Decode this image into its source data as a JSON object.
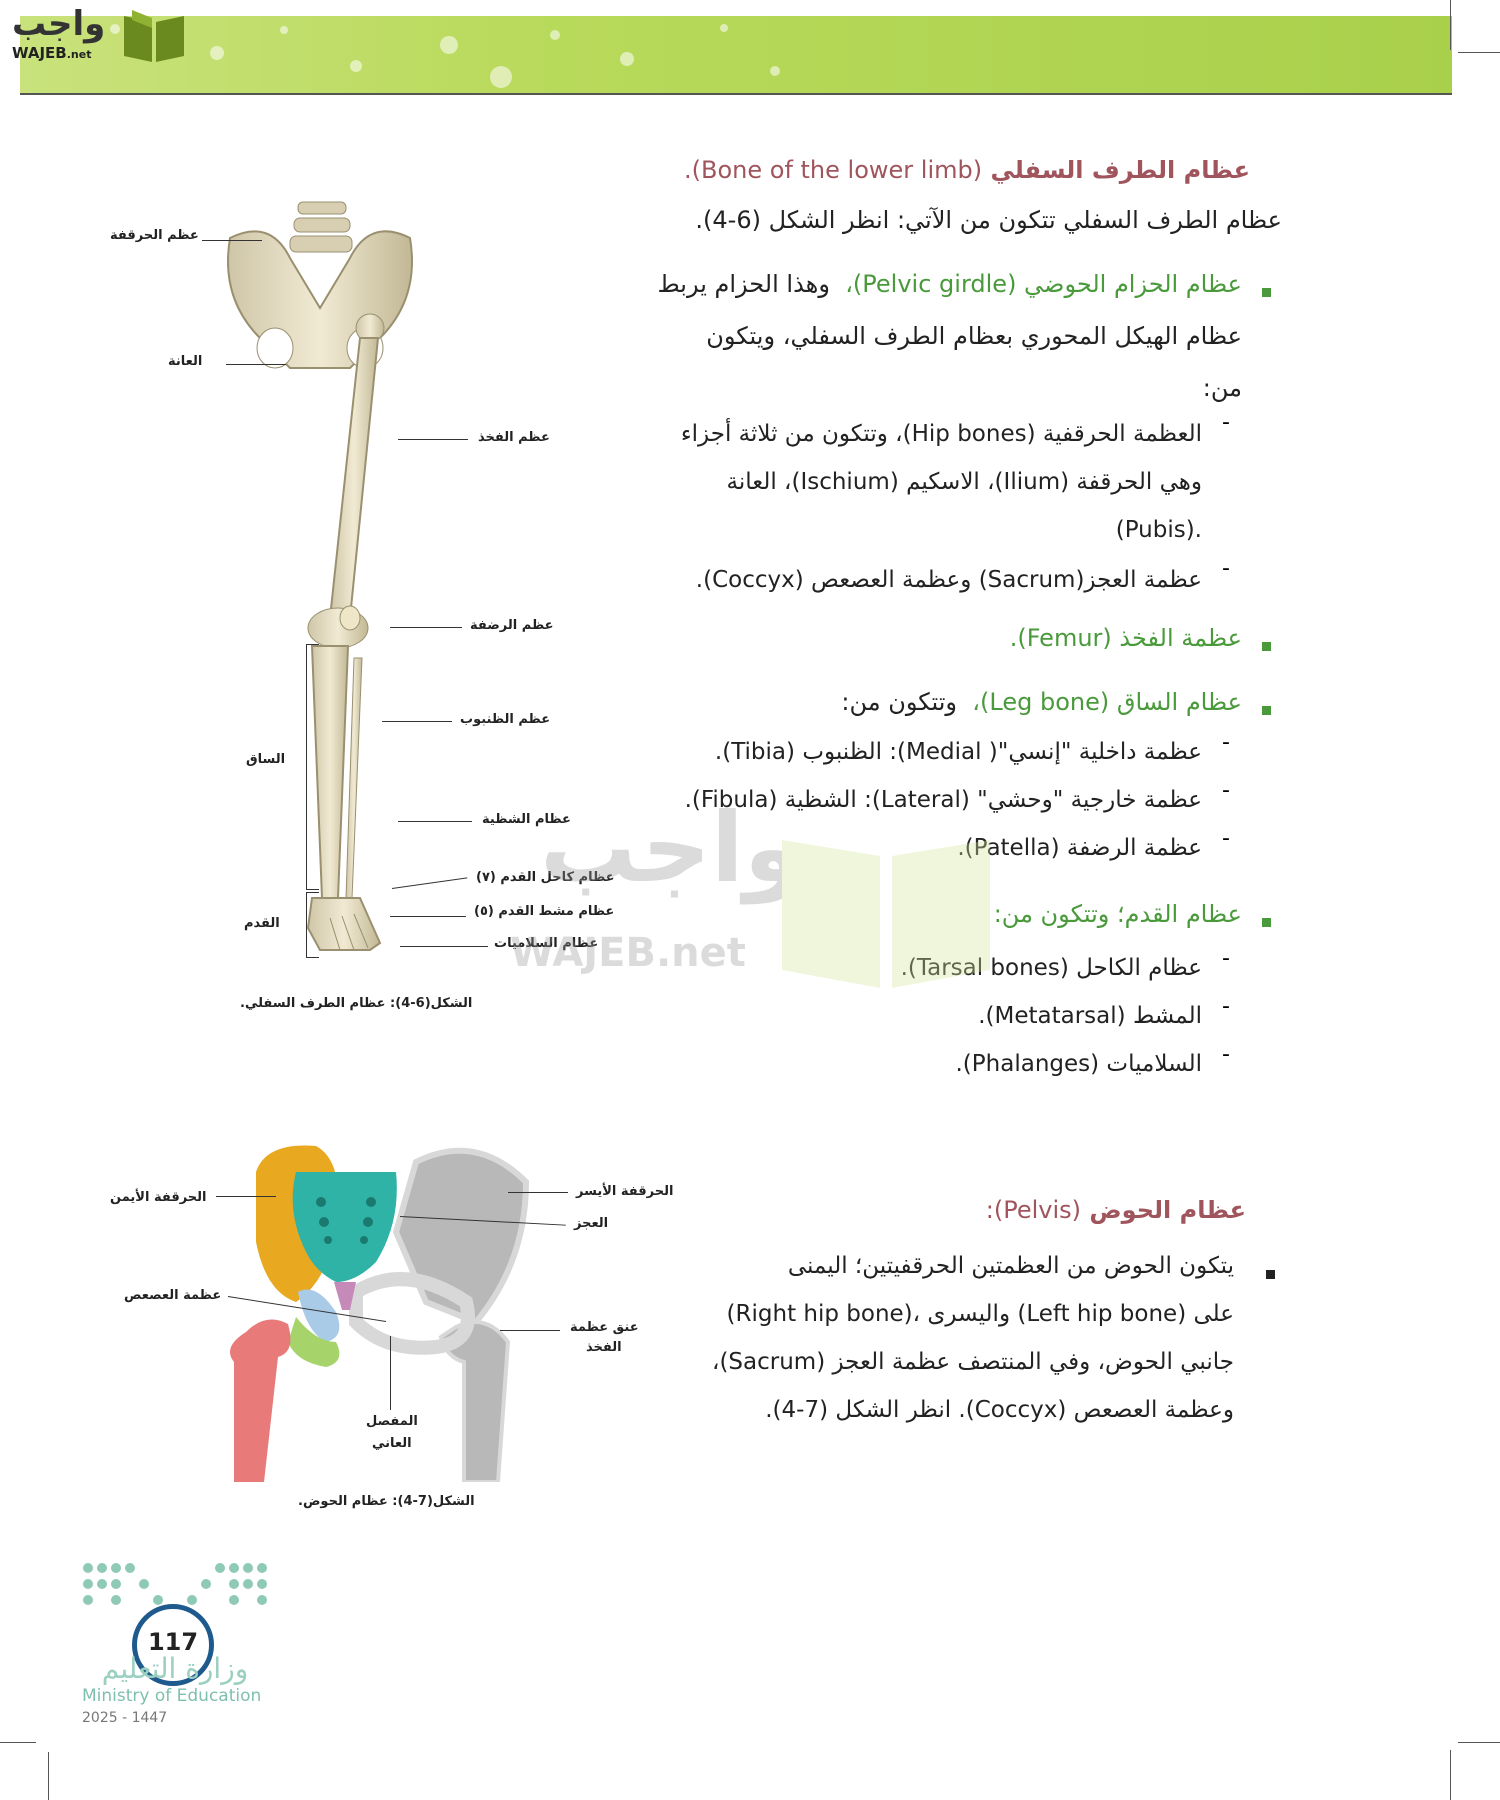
{
  "logo": {
    "arabic": "واجب",
    "latin": "WAJEB",
    "suffix": ".net"
  },
  "watermark": {
    "arabic": "واجب",
    "latin": "WAJEB.net"
  },
  "section1": {
    "heading_ar": "عظام الطرف السفلي",
    "heading_en": "(Bone of the lower limb).",
    "intro": "عظام الطرف السفلي تتكون من الآتي: انظر الشكل (6-4).",
    "pelvic": {
      "term": "عظام الحزام الحوضي (Pelvic girdle)،",
      "line1": "وهذا الحزام يربط",
      "line2": "عظام الهيكل المحوري بعظام الطرف السفلي، ويتكون",
      "line3": "من:",
      "sub1_l1": "العظمة الحرقفية (Hip bones)، وتتكون من ثلاثة أجزاء",
      "sub1_l2": "وهي الحرقفة (Ilium)، الاسكيم (Ischium)، العانة",
      "sub1_l3": "(Pubis).",
      "sub2": "عظمة العجز(Sacrum) وعظمة العصعص (Coccyx)."
    },
    "femur": "عظمة الفخذ (Femur).",
    "leg": {
      "term": "عظام الساق (Leg bone)،",
      "rest": "وتتكون من:",
      "items": [
        "عظمة داخلية \"إنسي\"( Medial): الظنبوب (Tibia).",
        "عظمة خارجية \"وحشي\" (Lateral): الشظية (Fibula).",
        "عظمة الرضفة (Patella)."
      ]
    },
    "foot": {
      "term": "عظام القدم؛ وتتكون من:",
      "items": [
        "عظام الكاحل (Tarsal bones).",
        "المشط (Metatarsal).",
        "السلاميات (Phalanges)."
      ]
    }
  },
  "figure1": {
    "labels": {
      "ilium": "عظم الحرقفة",
      "pubis": "العانة",
      "femur": "عظم الفخذ",
      "patella": "عظم الرضفة",
      "tibia": "عظم الظنبوب",
      "leg": "الساق",
      "fibula": "عظام الشظية",
      "tarsal": "عظام كاحل القدم (٧)",
      "metatarsal": "عظام مشط القدم (٥)",
      "phalanges": "عظام السلاميات",
      "foot": "القدم"
    },
    "caption": "الشكل(6-4): عظام الطرف السفلي."
  },
  "section2": {
    "heading_ar": "عظام الحوض",
    "heading_en": "(Pelvis):",
    "lines": [
      "يتكون الحوض من العظمتين الحرقفيتين؛ اليمنى",
      "(Right hip bone)، واليسرى (Left hip bone) على",
      "جانبي الحوض، وفي المنتصف عظمة العجز (Sacrum)،",
      "وعظمة العصعص (Coccyx). انظر الشكل (7-4)."
    ]
  },
  "figure2": {
    "labels": {
      "right_ilium": "الحرقفة الأيمن",
      "left_ilium": "الحرقفة الأيسر",
      "sacrum": "العجز",
      "coccyx": "عظمة العصعص",
      "femur_neck_1": "عنق عظمة",
      "femur_neck_2": "الفخذ",
      "pubic_joint_1": "المفصل",
      "pubic_joint_2": "العاني"
    },
    "caption": "الشكل(7-4): عظام الحوض."
  },
  "footer": {
    "page_number": "117",
    "ministry_ar": "وزارة التعليم",
    "ministry_en": "Ministry of Education",
    "year": "2025 - 1447"
  },
  "colors": {
    "header_green": "#b9da5c",
    "heading_red": "#a0555d",
    "term_green": "#4a9a3c",
    "right_hip": "#e8a820",
    "sacrum": "#2fb3a6",
    "left_hip": "#b5b5b5",
    "right_femur": "#e87a7a",
    "coccyx": "#c68ab8",
    "pubic": "#a9cbe8",
    "ischium_green": "#a6d36a"
  }
}
